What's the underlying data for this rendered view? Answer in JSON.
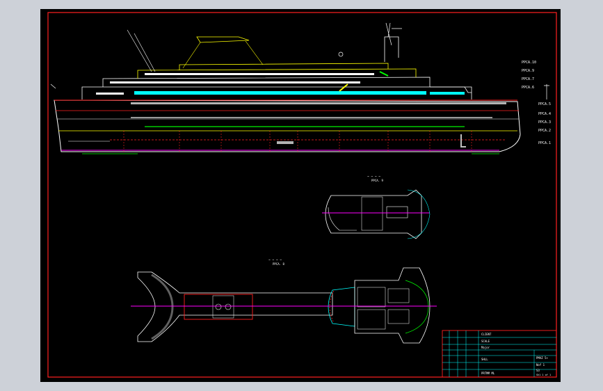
{
  "drawing": {
    "background": "#000000",
    "colors": {
      "frame": "#ff2020",
      "hull": "#ffffff",
      "waterline": "#ff00ff",
      "superstructure": "#ffff00",
      "windows": "#00ffff",
      "green": "#00ff00"
    },
    "deck_labels": [
      "PPCA.10",
      "PPCA.9",
      "PPCA.7",
      "PPCA.6",
      "PPCA.5",
      "PPCA.4",
      "PPCA.3",
      "PPCA.2",
      "PPCA.1"
    ],
    "upper_plan": {
      "title": "~ ~ ~ ~",
      "subtitle": "PPCA. 9"
    },
    "lower_plan": {
      "title": "~ ~ ~ ~",
      "subtitle": "PPCA. 8"
    },
    "title_block": {
      "rows": [
        "CLIENT",
        "SCALE",
        "Major",
        "",
        "SHLL",
        "",
        "PRTMM ML"
      ],
      "right": [
        "PMAZ 5+",
        "Nof 1",
        "S3",
        "Sh1 1 of 1"
      ]
    }
  }
}
